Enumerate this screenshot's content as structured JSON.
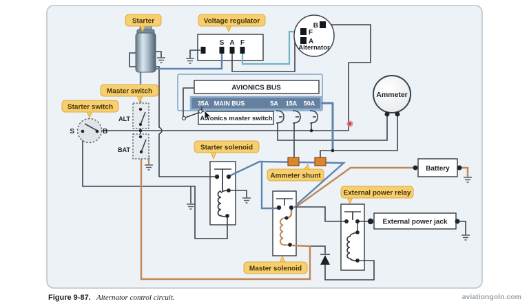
{
  "figure": {
    "caption_label": "Figure 9-87.",
    "caption_text": "Alternator control circuit.",
    "watermark": "aviationgoln.com"
  },
  "callouts": {
    "starter": "Starter",
    "voltage_regulator": "Voltage regulator",
    "master_switch": "Master switch",
    "starter_switch": "Starter switch",
    "starter_solenoid": "Starter solenoid",
    "ammeter_shunt": "Ammeter shunt",
    "master_solenoid": "Master solenoid",
    "external_power_relay": "External power relay"
  },
  "boxes": {
    "avionics_bus": "AVIONICS BUS",
    "avionics_master_switch": "Avionics master switch",
    "battery": "Battery",
    "external_power_jack": "External power jack"
  },
  "bus": {
    "b35": "35A",
    "main": "MAIN BUS",
    "b5": "5A",
    "b15": "15A",
    "b50": "50A"
  },
  "components": {
    "ammeter": "Ammeter",
    "alternator": "Alternator"
  },
  "terminals": {
    "vr_s": "S",
    "vr_a": "A",
    "vr_f": "F",
    "alt_b": "B",
    "alt_f": "F",
    "alt_a": "A",
    "ss_s": "S",
    "ss_b": "B",
    "ms_alt": "ALT",
    "ms_bat": "BAT"
  },
  "colors": {
    "wire_dark": "#3a424f",
    "wire_blue": "#5d83b0",
    "wire_teal": "#72b4c4",
    "wire_brown": "#bf8757",
    "callout_fill": "#f8cf6f",
    "bus_fill": "#66809f",
    "shunt_fill": "#d9862f",
    "panel_fill": "#edf2f7",
    "annotation_dot": "#e87878"
  }
}
